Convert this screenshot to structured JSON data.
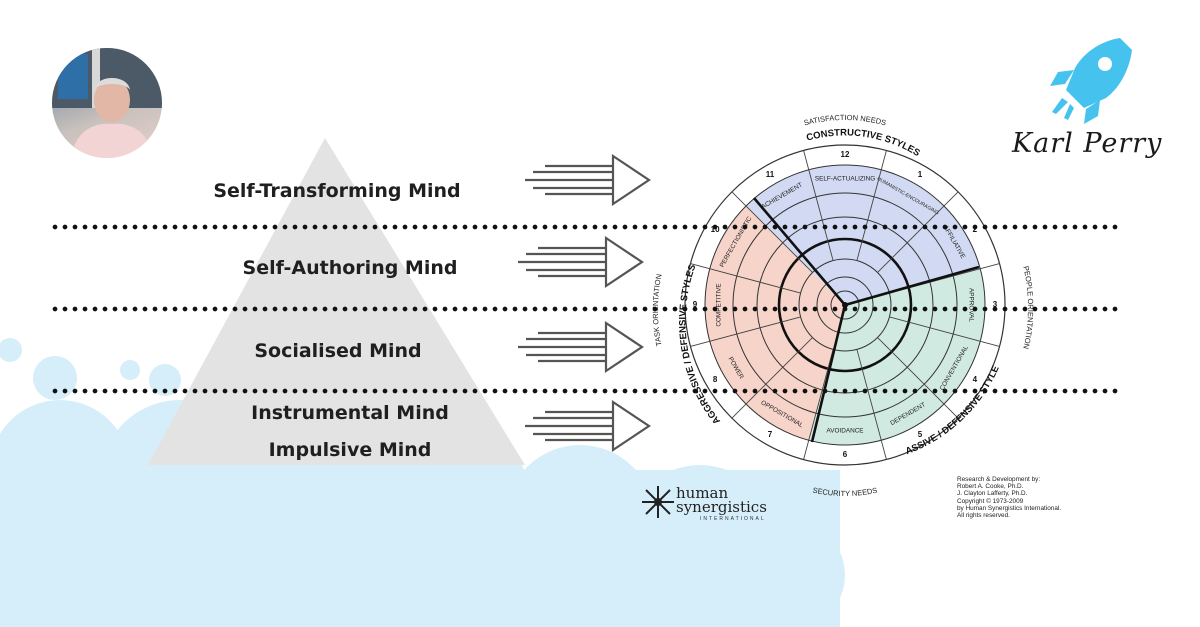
{
  "minds": [
    {
      "label": "Self-Transforming Mind"
    },
    {
      "label": "Self-Authoring Mind"
    },
    {
      "label": "Socialised Mind"
    },
    {
      "label": "Instrumental Mind"
    },
    {
      "label": "Impulsive Mind"
    }
  ],
  "signature": "Karl Perry",
  "circumplex": {
    "outer_top": "SATISFACTION NEEDS",
    "outer_bottom": "SECURITY NEEDS",
    "outer_right": "PEOPLE ORIENTATION",
    "outer_left": "TASK ORIENTATION",
    "cluster_constructive": "CONSTRUCTIVE STYLES",
    "cluster_passive": "PASSIVE / DEFENSIVE STYLES",
    "cluster_aggressive": "AGGRESSIVE / DEFENSIVE STYLES",
    "styles": [
      "SELF-ACTUALIZING",
      "HUMANISTIC-ENCOURAGING",
      "AFFILIATIVE",
      "APPROVAL",
      "CONVENTIONAL",
      "DEPENDENT",
      "AVOIDANCE",
      "OPPOSITIONAL",
      "POWER",
      "COMPETITIVE",
      "PERFECTIONISTIC",
      "ACHIEVEMENT"
    ],
    "numbers": [
      "12",
      "1",
      "2",
      "3",
      "4",
      "5",
      "6",
      "7",
      "8",
      "9",
      "10",
      "11"
    ],
    "colors": {
      "constructive": "#c9d4f0",
      "passive": "#c9e6dc",
      "aggressive": "#f6cdbf"
    }
  },
  "publisher": {
    "name_line1": "human",
    "name_line2": "synergistics",
    "name_line3": "INTERNATIONAL",
    "credits": [
      "Research & Development by:",
      "Robert A. Cooke, Ph.D.",
      "J. Clayton Lafferty, Ph.D.",
      "Copyright © 1973-2009",
      "by Human Synergistics International.",
      "All rights reserved."
    ]
  }
}
